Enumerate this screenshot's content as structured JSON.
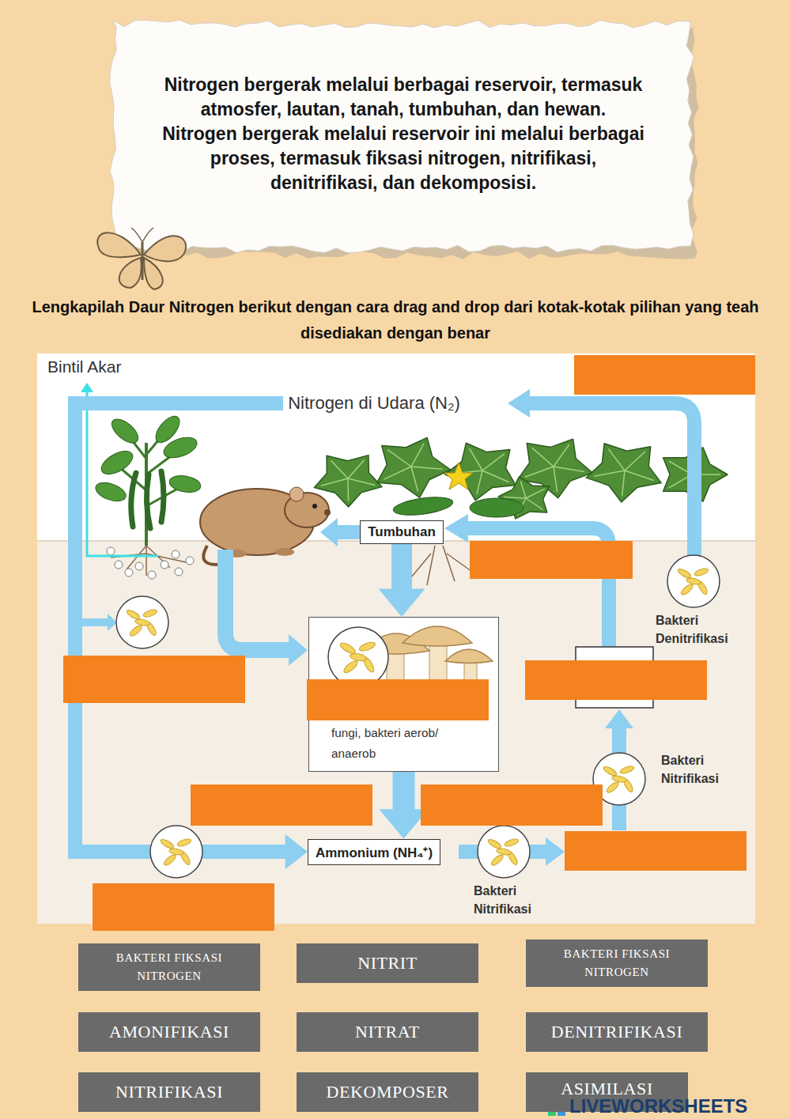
{
  "diagram": {
    "title": "Lengkapilah Daur Nitrogen berikut dengan cara drag and drop dari kotak-kotak pilihan yang teah disediakan dengan benar",
    "nodes": [
      {
        "text": [
          "Nitrogen bergerak melalui berbagai reservoir, termasuk atmosfer, lautan, tanah, tumbuhan, dan hewan. Nitrogen bergerak melalui reservoir ini melalui berbagai proses, termasuk fiksasi nitrogen, nitrifikasi, denitrifikasi, dan dekomposisi."
        ]
      },
      {
        "text": [
          "Nitrogen di Udara (N₂)"
        ]
      },
      {
        "text": [
          "Tumbuhan"
        ]
      },
      {
        "text": [
          "fungi, bakteri aerob/ anaerob"
        ]
      },
      {
        "text": [
          "Ammonium (NH₄⁺)"
        ]
      },
      {
        "text": [
          "BAKTERI FIKSASI NITROGEN"
        ]
      },
      {
        "text": [
          "NITRIT"
        ]
      },
      {
        "text": [
          "BAKTERI FIKSASI NITROGEN"
        ]
      },
      {
        "text": [
          "AMONIFIKASI"
        ]
      },
      {
        "text": [
          "NITRAT"
        ]
      },
      {
        "text": [
          "DENITRIFIKASI"
        ]
      },
      {
        "text": [
          "NITRIFIKASI"
        ]
      },
      {
        "text": [
          "DEKOMPOSER"
        ]
      },
      {
        "text": [
          "ASIMILASI"
        ]
      }
    ],
    "edges": [
      {
        "from": 2,
        "to": 3,
        "arrow": "to"
      },
      {
        "from": 3,
        "to": 4,
        "arrow": "to"
      },
      {
        "from": 1,
        "to": 4,
        "arrow": "to"
      }
    ],
    "labels": [
      "Bintil Akar",
      "Bakteri Denitrifikasi",
      "Bakteri Nitrifikasi",
      "Bakteri Nitrifikasi",
      "LIVEWORKSHEETS"
    ]
  }
}
